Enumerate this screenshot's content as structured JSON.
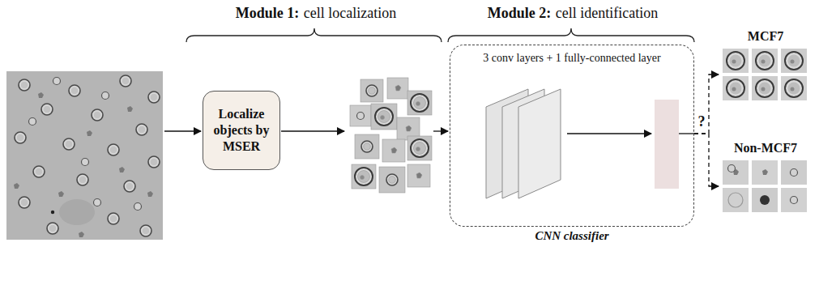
{
  "diagram": {
    "nodes": [
      {
        "text": [
          "Localize objects by MSER"
        ]
      },
      {
        "text": [
          "3 conv layers + 1 fully-connected layer",
          "CNN classifier"
        ]
      },
      {
        "text": [
          "MCF7"
        ]
      },
      {
        "text": [
          "Non-MCF7"
        ]
      }
    ],
    "edges": [
      {
        "from": 1,
        "to": 2,
        "arrow": "to"
      },
      {
        "from": 1,
        "to": 3,
        "arrow": "to"
      }
    ],
    "labels": [
      "Module 1:",
      "cell localization",
      "Module 2:",
      "cell identification",
      "?"
    ]
  }
}
